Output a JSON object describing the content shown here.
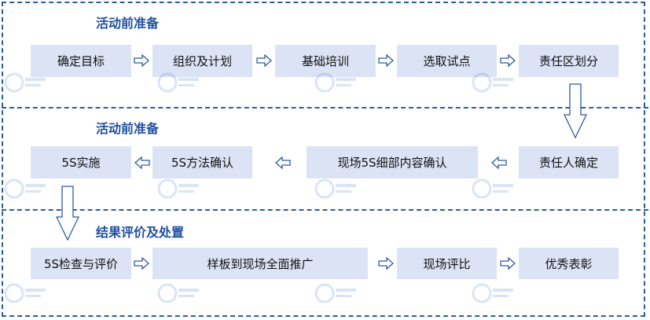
{
  "stages": [
    {
      "title": "活动前准备",
      "steps": [
        "确定目标",
        "组织及计划",
        "基础培训",
        "选取试点",
        "责任区划分"
      ]
    },
    {
      "title": "活动前准备",
      "steps": [
        "责任人确定",
        "现场5S细部内容确认",
        "5S方法确认",
        "5S实施"
      ]
    },
    {
      "title": "结果评价及处置",
      "steps": [
        "5S检查与评价",
        "样板到现场全面推广",
        "现场评比",
        "优秀表彰"
      ]
    }
  ],
  "colors": {
    "frame": "#2e5c9e",
    "title": "#2050a0",
    "box": "#dbe3f5",
    "arrow_stroke": "#2e5c9e"
  },
  "icons": {
    "flow_arrow": "hollow-arrow-icon",
    "watermark": "watermark-logo-icon"
  }
}
